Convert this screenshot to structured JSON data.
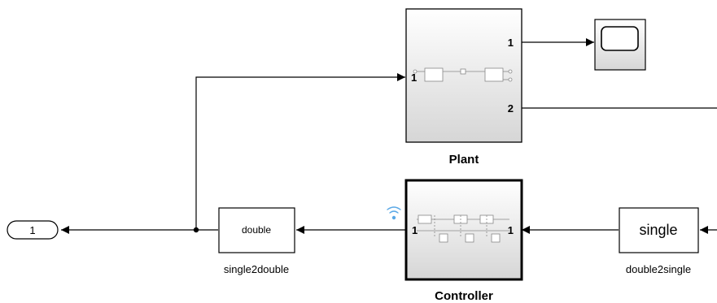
{
  "diagram": {
    "plant": {
      "name": "Plant",
      "in_port": "1",
      "out_port_1": "1",
      "out_port_2": "2"
    },
    "controller": {
      "name": "Controller",
      "in_port": "1",
      "out_port": "1"
    },
    "single2double": {
      "name": "single2double",
      "text": "double"
    },
    "double2single": {
      "name": "double2single",
      "text": "single"
    },
    "outport": {
      "text": "1"
    },
    "colors": {
      "line": "#000000",
      "wireless": "#5aa8e6",
      "block_fill_top": "#ffffff",
      "block_fill_bottom": "#d8d8d8"
    }
  }
}
